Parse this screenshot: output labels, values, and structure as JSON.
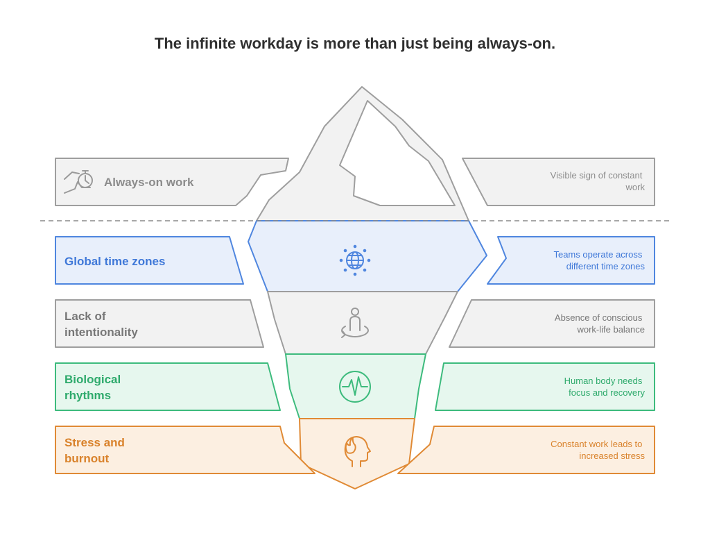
{
  "title": "The infinite workday is more than just being always-on.",
  "levels": [
    {
      "label_lines": [
        "Always-on work"
      ],
      "description_lines": [
        "Visible sign of constant",
        "work"
      ],
      "icon": "hand-stopwatch-icon",
      "stroke": "#9e9e9e",
      "fill": "#f2f2f2",
      "text": "#8c8c8c",
      "desc": "#8c8c8c"
    },
    {
      "label_lines": [
        "Global time zones"
      ],
      "description_lines": [
        "Teams operate across",
        "different time zones"
      ],
      "icon": "globe-icon",
      "stroke": "#4f86df",
      "fill": "#e8effb",
      "text": "#3f78d8",
      "desc": "#3f78d8"
    },
    {
      "label_lines": [
        "Lack of",
        "intentionality"
      ],
      "description_lines": [
        "Absence of conscious",
        "work-life balance"
      ],
      "icon": "person-rotate-icon",
      "stroke": "#9e9e9e",
      "fill": "#f2f2f2",
      "text": "#777777",
      "desc": "#777777"
    },
    {
      "label_lines": [
        "Biological",
        "rhythms"
      ],
      "description_lines": [
        "Human body needs",
        "focus and recovery"
      ],
      "icon": "heartbeat-icon",
      "stroke": "#3dbb7d",
      "fill": "#e6f7ee",
      "text": "#2eaa6c",
      "desc": "#2eaa6c"
    },
    {
      "label_lines": [
        "Stress and",
        "burnout"
      ],
      "description_lines": [
        "Constant work leads to",
        "increased stress"
      ],
      "icon": "head-flame-icon",
      "stroke": "#e08a35",
      "fill": "#fcefe1",
      "text": "#d9822b",
      "desc": "#d9822b"
    }
  ]
}
